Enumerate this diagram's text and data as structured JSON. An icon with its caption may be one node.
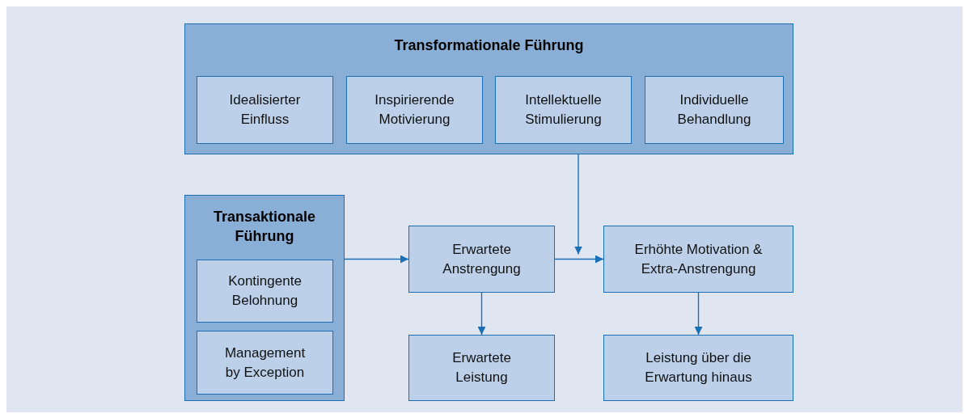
{
  "diagram": {
    "nodes": [
      {
        "text": [
          "Transformationale Führung"
        ]
      },
      {
        "text": [
          "Idealisierter Einfluss"
        ],
        "in": 0
      },
      {
        "text": [
          "Inspirierende Motivierung"
        ],
        "in": 0
      },
      {
        "text": [
          "Intellektuelle Stimulierung"
        ],
        "in": 0
      },
      {
        "text": [
          "Individuelle Behandlung"
        ],
        "in": 0
      },
      {
        "text": [
          "Transaktionale Führung"
        ]
      },
      {
        "text": [
          "Kontingente Belohnung"
        ],
        "in": 5
      },
      {
        "text": [
          "Management by Exception"
        ],
        "in": 5
      },
      {
        "text": [
          "Erwartete Anstrengung"
        ]
      },
      {
        "text": [
          "Erhöhte Motivation & Extra-Anstrengung"
        ]
      },
      {
        "text": [
          "Erwartete Leistung"
        ]
      },
      {
        "text": [
          "Leistung über die Erwartung hinaus"
        ]
      }
    ],
    "edges": [
      {
        "from": 5,
        "to": 8,
        "arrow": "to"
      },
      {
        "from": 8,
        "to": 9,
        "arrow": "to"
      },
      {
        "from": 0,
        "to": 8,
        "arrow": "to"
      },
      {
        "from": 8,
        "to": 10,
        "arrow": "to"
      },
      {
        "from": 9,
        "to": 11,
        "arrow": "to"
      }
    ]
  }
}
